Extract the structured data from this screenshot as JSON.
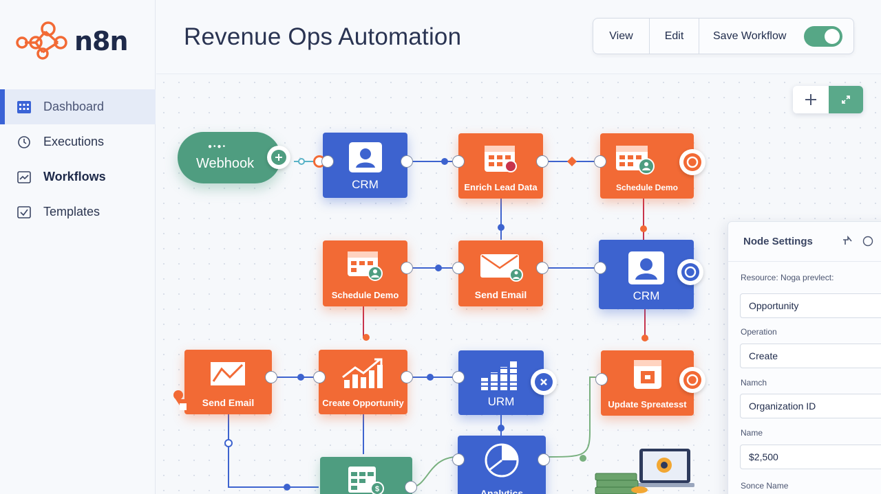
{
  "app": {
    "logo_text": "n8n",
    "brand_color": "#f26a35"
  },
  "sidebar": {
    "items": [
      {
        "label": "Dashboard",
        "icon": "grid-icon"
      },
      {
        "label": "Executions",
        "icon": "clock-icon"
      },
      {
        "label": "Workflows",
        "icon": "chart-icon"
      },
      {
        "label": "Templates",
        "icon": "checkbox-icon"
      }
    ]
  },
  "header": {
    "title": "Revenue Ops Automation",
    "view_label": "View",
    "edit_label": "Edit",
    "save_label": "Save Workflow",
    "save_toggle_on": true
  },
  "canvas": {
    "nodes": {
      "webhook": "Webhook",
      "crm_1": "CRM",
      "enrich": "Enrich Lead Data",
      "schedule_1": "Schedule Demo",
      "schedule_2": "Schedule Demo",
      "send_email_1": "Send Email",
      "crm_2": "CRM",
      "send_email_2": "Send Email",
      "create_opp": "Create Opportunity",
      "urm": "URM",
      "update_sheet": "Update Spreatesst",
      "analytics": "Analytics"
    }
  },
  "settings": {
    "title": "Node Settings",
    "resource_label": "Resource: Noga prevlect:",
    "resource_value": "Opportunity",
    "operation_label": "Operation",
    "operation_value": "Create",
    "namch_label": "Namch",
    "namch_value": "Organization ID",
    "name_label": "Name",
    "name_value": "$2,500",
    "source_label": "Sonce Name"
  },
  "colors": {
    "orange": "#f26a35",
    "blue": "#3d63cf",
    "green": "#4e9d80",
    "active_nav": "#3a63d6"
  }
}
